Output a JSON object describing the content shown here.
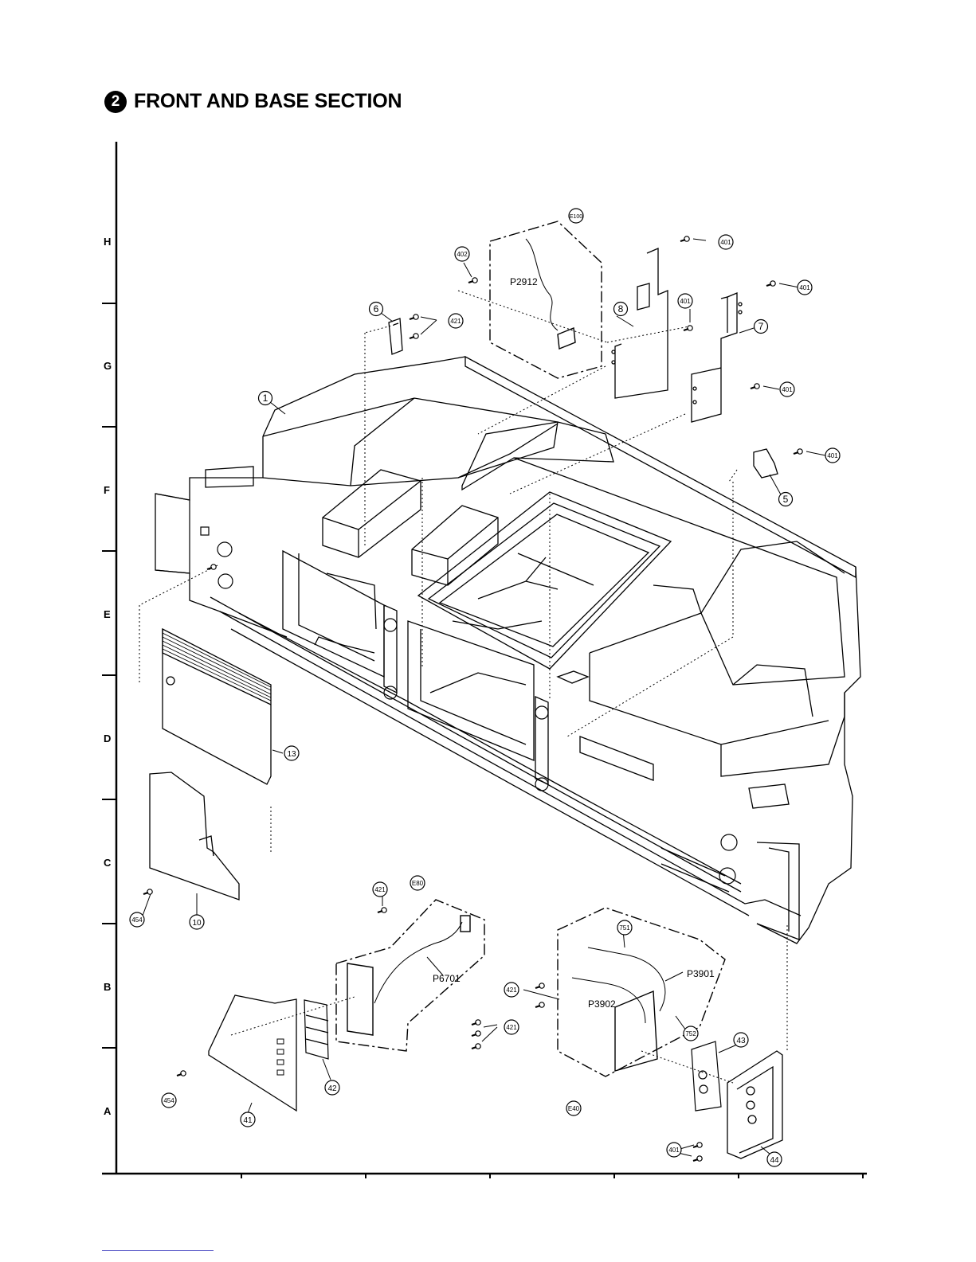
{
  "section": {
    "number": "2",
    "title": "FRONT AND BASE SECTION"
  },
  "row_labels": [
    "H",
    "G",
    "F",
    "E",
    "D",
    "C",
    "B",
    "A"
  ],
  "callouts": {
    "c1": "1",
    "c5": "5",
    "c6": "6",
    "c7": "7",
    "c8": "8",
    "c10": "10",
    "c13": "13",
    "c41": "41",
    "c42": "42",
    "c43": "43",
    "c44": "44",
    "c401a": "401",
    "c401b": "401",
    "c401c": "401",
    "c401d": "401",
    "c401e": "401",
    "c401f": "401",
    "c402": "402",
    "c421a": "421",
    "c421b": "421",
    "c421c": "421",
    "c421d": "421",
    "c454a": "454",
    "c454b": "454",
    "c751": "751",
    "c752": "752",
    "e100": "E100",
    "e80": "E80",
    "e40": "E40"
  },
  "connectors": {
    "p2912": "P2912",
    "p6701": "P6701",
    "p3901": "P3901",
    "p3902": "P3902"
  }
}
